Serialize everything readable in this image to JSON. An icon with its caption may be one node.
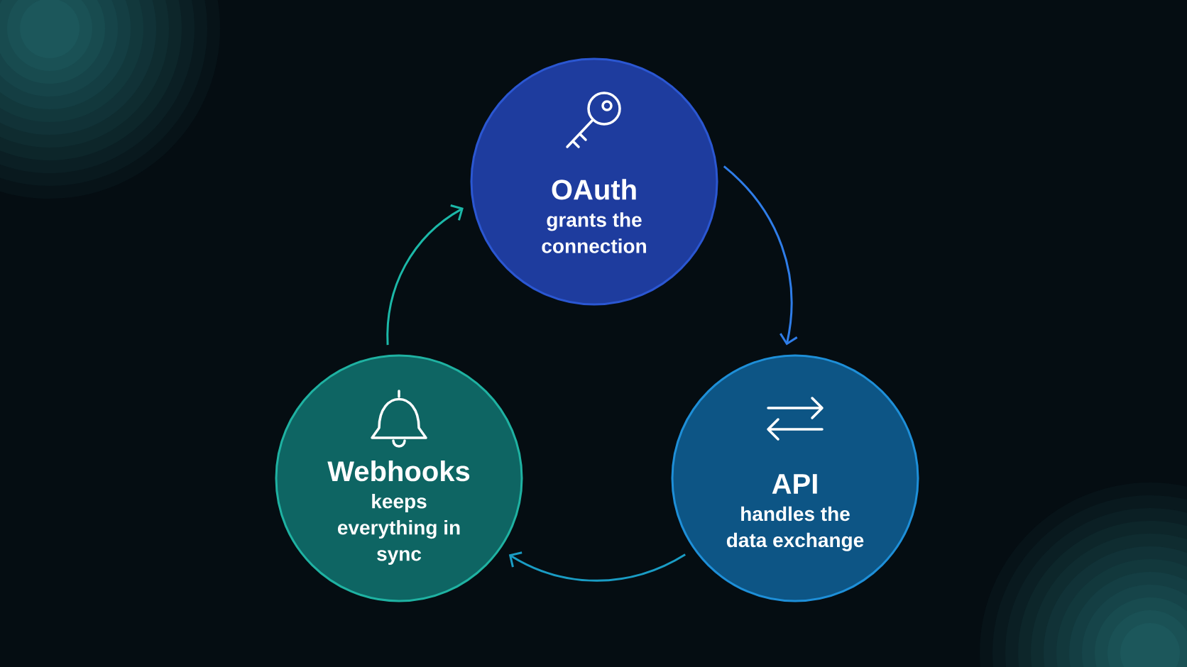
{
  "diagram": {
    "nodes": [
      {
        "text": [
          "OAuth",
          "grants the connection"
        ]
      },
      {
        "text": [
          "API",
          "handles the data exchange"
        ]
      },
      {
        "text": [
          "Webhooks",
          "keeps everything in sync"
        ]
      }
    ],
    "edges": [
      {
        "from": 0,
        "to": 1,
        "arrow": "to",
        "color": "#2f7de8"
      },
      {
        "from": 1,
        "to": 2,
        "arrow": "to",
        "color": "#1a9cc4"
      },
      {
        "from": 2,
        "to": 0,
        "arrow": "to",
        "color": "#1cb8a8"
      }
    ]
  }
}
